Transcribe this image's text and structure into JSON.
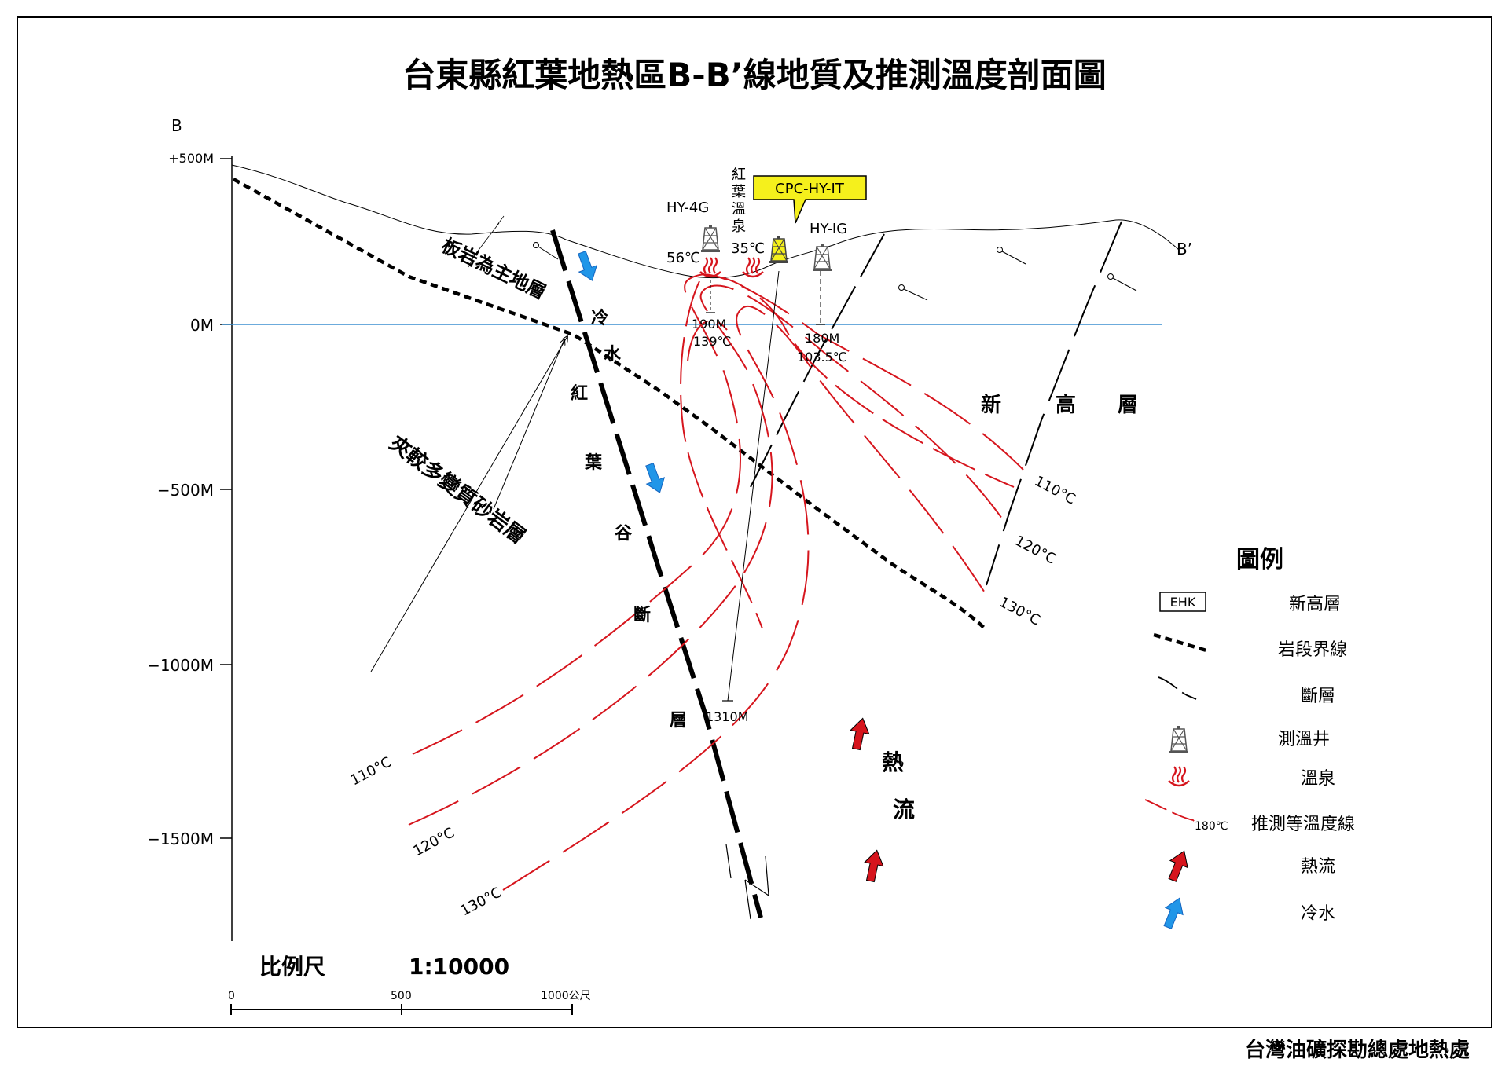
{
  "title": "台東縣紅葉地熱區B-B’線地質及推測溫度剖面圖",
  "endpoints": {
    "left": "B",
    "right": "B’"
  },
  "elevation_axis": [
    "+500M",
    "0M",
    "−500M",
    "−1000M",
    "−1500M"
  ],
  "wells": {
    "hy4g": {
      "name": "HY-4G",
      "spring_temp": "56℃",
      "depth": "190M",
      "temp": "139℃"
    },
    "spring": {
      "name_chars": [
        "紅",
        "葉",
        "溫",
        "泉"
      ],
      "temp": "35℃"
    },
    "cpc": {
      "name": "CPC-HY-IT",
      "depth": "1310M"
    },
    "hy1g": {
      "name": "HY-IG",
      "depth": "180M",
      "temp": "103.5℃"
    }
  },
  "formations": {
    "slate": "板岩為主地層",
    "sandstone": "夾較多變質砂岩層",
    "xingao_chars": [
      "新",
      "高",
      "層"
    ]
  },
  "fault_label_chars": [
    "冷",
    "水",
    "紅",
    "葉",
    "谷",
    "斷",
    "層"
  ],
  "heat_flow_chars": [
    "熱",
    "流"
  ],
  "isotherm_labels": {
    "right": [
      "110°C",
      "120°C",
      "130°C"
    ],
    "left": [
      "110°C",
      "120°C",
      "130°C"
    ]
  },
  "scale": {
    "label": "比例尺",
    "ratio": "1:10000",
    "ticks": [
      "0",
      "500",
      "1000公尺"
    ]
  },
  "legend": {
    "title": "圖例",
    "ehk_box": "EHK",
    "items": [
      "新高層",
      "岩段界線",
      "斷層",
      "測溫井",
      "溫泉",
      "推測等溫度線",
      "熱流",
      "冷水"
    ],
    "isotherm_sample": "180℃"
  },
  "footer": "台灣油礦探勘總處地熱處",
  "colors": {
    "isotherm": "#d6151d",
    "water": "#2196e8",
    "heat": "#d6151d",
    "sea_level": "#3b8fd0",
    "highlight": "#f5f01c"
  }
}
